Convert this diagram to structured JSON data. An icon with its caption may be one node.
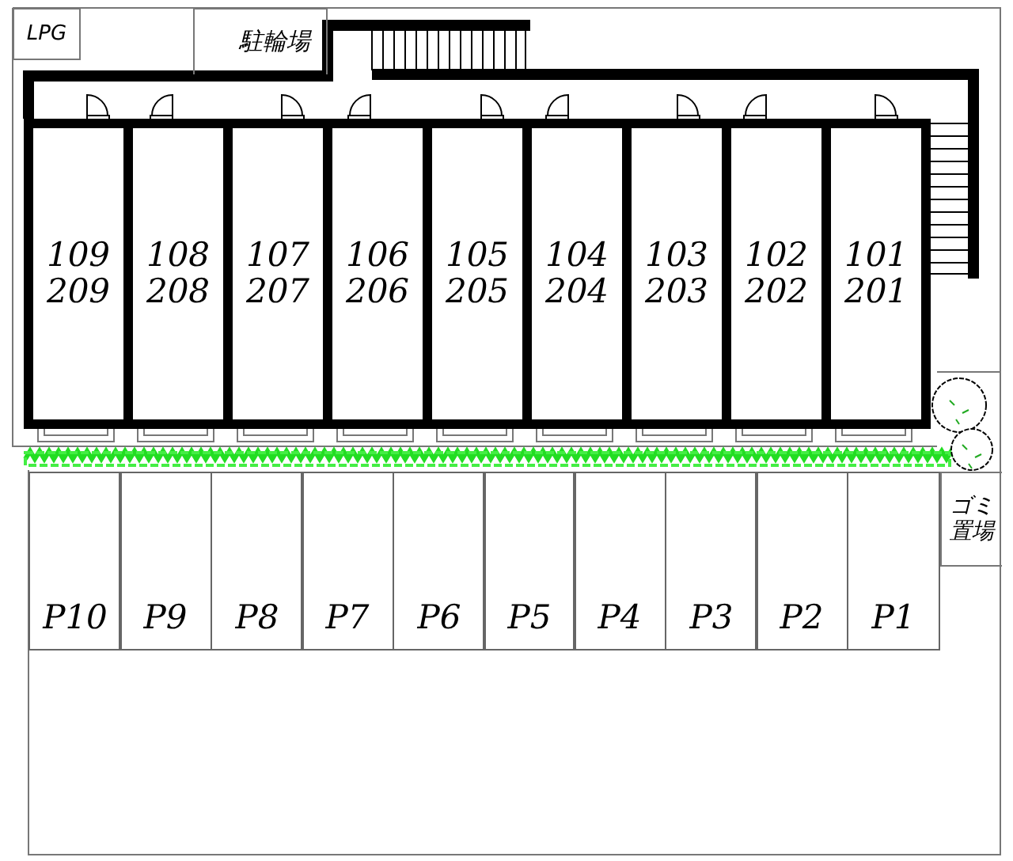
{
  "diagram": {
    "nodes": [
      {
        "text": [
          "LPG"
        ]
      },
      {
        "text": [
          "駐輪場"
        ]
      },
      {
        "text": [
          "109 209"
        ]
      },
      {
        "text": [
          "108 208"
        ]
      },
      {
        "text": [
          "107 207"
        ]
      },
      {
        "text": [
          "106 206"
        ]
      },
      {
        "text": [
          "105 205"
        ]
      },
      {
        "text": [
          "104 204"
        ]
      },
      {
        "text": [
          "103 203"
        ]
      },
      {
        "text": [
          "102 202"
        ]
      },
      {
        "text": [
          "101 201"
        ]
      },
      {
        "text": [
          "P10"
        ]
      },
      {
        "text": [
          "P9"
        ]
      },
      {
        "text": [
          "P8"
        ]
      },
      {
        "text": [
          "P7"
        ]
      },
      {
        "text": [
          "P6"
        ]
      },
      {
        "text": [
          "P5"
        ]
      },
      {
        "text": [
          "P4"
        ]
      },
      {
        "text": [
          "P3"
        ]
      },
      {
        "text": [
          "P2"
        ]
      },
      {
        "text": [
          "P1"
        ]
      },
      {
        "text": [
          "ゴミ置場"
        ]
      }
    ],
    "edges": []
  }
}
